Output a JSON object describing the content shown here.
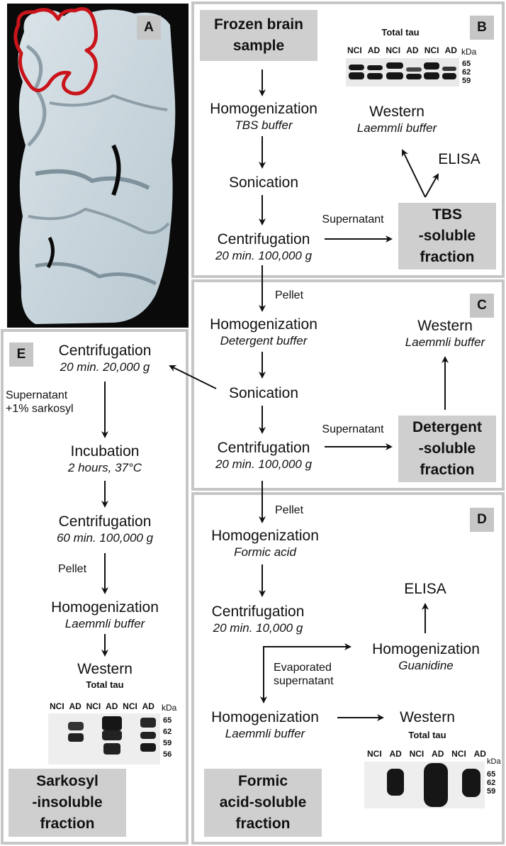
{
  "panels": {
    "a": {
      "letter": "A"
    },
    "b": {
      "letter": "B",
      "sample_line1": "Frozen brain",
      "sample_line2": "sample",
      "homog_title": "Homogenization",
      "homog_buffer": "TBS buffer",
      "sonication": "Sonication",
      "centrif_title": "Centrifugation",
      "centrif_cond": "20 min. 100,000 g",
      "supernatant": "Supernatant",
      "fraction_line1": "TBS",
      "fraction_line2": "-soluble",
      "fraction_line3": "fraction",
      "western_title": "Western",
      "western_buffer": "Laemmli buffer",
      "elisa": "ELISA",
      "blot": {
        "title": "Total tau",
        "lanes": [
          "NCI",
          "AD",
          "NCI",
          "AD",
          "NCI",
          "AD"
        ],
        "unit": "kDa",
        "markers": [
          "65",
          "62",
          "59"
        ]
      }
    },
    "c": {
      "letter": "C",
      "pellet": "Pellet",
      "homog_title": "Homogenization",
      "homog_buffer": "Detergent buffer",
      "sonication": "Sonication",
      "centrif_title": "Centrifugation",
      "centrif_cond": "20 min. 100,000 g",
      "supernatant": "Supernatant",
      "fraction_line1": "Detergent",
      "fraction_line2": "-soluble",
      "fraction_line3": "fraction",
      "western_title": "Western",
      "western_buffer": "Laemmli buffer"
    },
    "d": {
      "letter": "D",
      "pellet": "Pellet",
      "homog1_title": "Homogenization",
      "homog1_buffer": "Formic acid",
      "centrif_title": "Centrifugation",
      "centrif_cond": "20 min. 10,000 g",
      "evaporated_line1": "Evaporated",
      "evaporated_line2": "supernatant",
      "homog_guan_title": "Homogenization",
      "homog_guan_buffer": "Guanidine",
      "elisa": "ELISA",
      "homog2_title": "Homogenization",
      "homog2_buffer": "Laemmli buffer",
      "western_title": "Western",
      "fraction_line1": "Formic",
      "fraction_line2": "acid-soluble",
      "fraction_line3": "fraction",
      "blot": {
        "title": "Total tau",
        "lanes": [
          "NCI",
          "AD",
          "NCI",
          "AD",
          "NCI",
          "AD"
        ],
        "unit": "kDa",
        "markers": [
          "65",
          "62",
          "59"
        ]
      }
    },
    "e": {
      "letter": "E",
      "centrif1_title": "Centrifugation",
      "centrif1_cond": "20 min. 20,000 g",
      "supernatant_line1": "Supernatant",
      "supernatant_line2": "+1% sarkosyl",
      "incubation_title": "Incubation",
      "incubation_cond": "2 hours, 37°C",
      "centrif2_title": "Centrifugation",
      "centrif2_cond": "60 min. 100,000 g",
      "pellet": "Pellet",
      "homog_title": "Homogenization",
      "homog_buffer": "Laemmli buffer",
      "western_title": "Western",
      "fraction_line1": "Sarkosyl",
      "fraction_line2": "-insoluble",
      "fraction_line3": "fraction",
      "blot": {
        "title": "Total tau",
        "lanes": [
          "NCI",
          "AD",
          "NCI",
          "AD",
          "NCI",
          "AD"
        ],
        "unit": "kDa",
        "markers": [
          "65",
          "62",
          "59",
          "56"
        ]
      }
    }
  },
  "colors": {
    "panel_border": "#c6c6c6",
    "label_box": "#cfcfcf",
    "outline": "#c8141a",
    "brain_dark": "#0a0a0a",
    "brain_tissue": "#cdd9e0"
  }
}
